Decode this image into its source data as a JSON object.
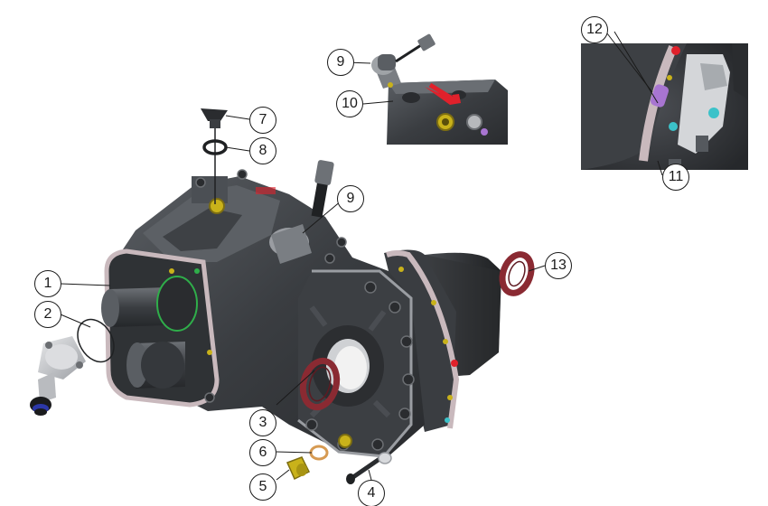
{
  "figure": {
    "callouts": [
      {
        "id": "c1",
        "label": "1"
      },
      {
        "id": "c2",
        "label": "2"
      },
      {
        "id": "c3",
        "label": "3"
      },
      {
        "id": "c4",
        "label": "4"
      },
      {
        "id": "c5",
        "label": "5"
      },
      {
        "id": "c6",
        "label": "6"
      },
      {
        "id": "c7",
        "label": "7"
      },
      {
        "id": "c8",
        "label": "8"
      },
      {
        "id": "c9a",
        "label": "9"
      },
      {
        "id": "c9b",
        "label": "9"
      },
      {
        "id": "c10",
        "label": "10"
      },
      {
        "id": "c11",
        "label": "11"
      },
      {
        "id": "c12",
        "label": "12"
      },
      {
        "id": "c13",
        "label": "13"
      }
    ],
    "colors": {
      "housing_dark": "#3a3d41",
      "housing_mid": "#55595e",
      "housing_light": "#8a8e93",
      "flange_edge": "#c9b9bd",
      "seal_red": "#8a2a32",
      "o_ring_copper": "#d69a52",
      "plug_yellow": "#c9b21a",
      "marker_green": "#2fae4a",
      "marker_pink": "#d14a7a",
      "marker_cyan": "#3bc2c9",
      "marker_purple": "#a875d1",
      "arrow_red": "#e0212b"
    }
  }
}
